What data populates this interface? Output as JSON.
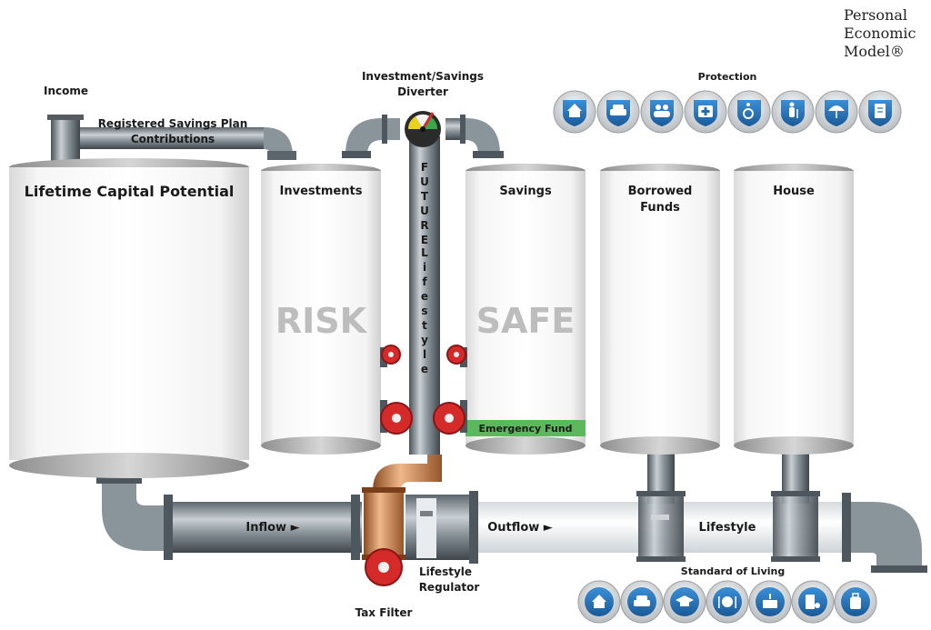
{
  "brand": {
    "line1": "Personal",
    "line2": "Economic",
    "line3": "Model®"
  },
  "labels": {
    "income": "Income",
    "rsp_line1": "Registered Savings Plan",
    "rsp_line2": "Contributions",
    "diverter_line1": "Investment/Savings",
    "diverter_line2": "Diverter",
    "protection": "Protection",
    "lifetime_capital": "Lifetime Capital Potential",
    "investments": "Investments",
    "savings": "Savings",
    "borrowed_line1": "Borrowed",
    "borrowed_line2": "Funds",
    "house": "House",
    "risk": "RISK",
    "safe": "SAFE",
    "future": "FUTURE",
    "lifestyle_vertical": "LIFESTYLE",
    "emergency_fund": "Emergency Fund",
    "inflow": "Inflow ►",
    "outflow": "Outflow ►",
    "lifestyle": "Lifestyle",
    "lifestyle_regulator_line1": "Lifestyle",
    "lifestyle_regulator_line2": "Regulator",
    "tax_filter": "Tax Filter",
    "standard_of_living": "Standard of Living"
  },
  "protection_icons": [
    "home-icon",
    "car-icon",
    "family-icon",
    "medical-kit-icon",
    "wheelchair-icon",
    "elderly-icon",
    "umbrella-icon",
    "document-icon"
  ],
  "standard_icons": [
    "home-icon",
    "car-icon",
    "graduation-cap-icon",
    "dining-icon",
    "savings-box-icon",
    "media-icon",
    "luggage-icon"
  ],
  "colors": {
    "emergency_fund": "#5cb85c",
    "valve_red": "#d42a2a",
    "icon_blue": "#1f6fb5",
    "pipe_steel": "#6f7a82",
    "pipe_copper": "#c98650"
  }
}
